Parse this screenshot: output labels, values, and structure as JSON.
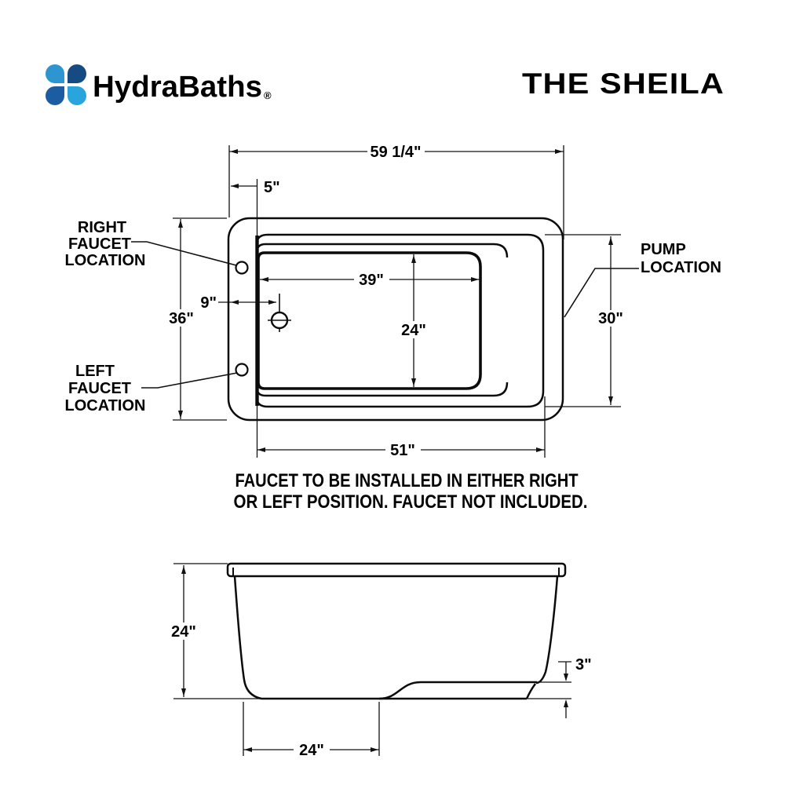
{
  "header": {
    "brand": "HydraBaths",
    "registered": "®",
    "model": "THE SHEILA"
  },
  "colors": {
    "petal_tl": "#2D95CF",
    "petal_tr": "#154B82",
    "petal_bl": "#1C5CA0",
    "petal_br": "#29A4DD",
    "brand_text": "#29A1DB",
    "model_text": "#1C86C7"
  },
  "top_view": {
    "overall_width": "59 1/4\"",
    "faucet_deck_width": "5\"",
    "overall_depth": "36\"",
    "drain_offset": "9\"",
    "basin_length": "39\"",
    "basin_width": "24\"",
    "pump_end_depth": "30\"",
    "deck_to_end_length": "51\"",
    "right_faucet_label": [
      "RIGHT",
      "FAUCET",
      "LOCATION"
    ],
    "left_faucet_label": [
      "LEFT",
      "FAUCET",
      "LOCATION"
    ],
    "pump_label": [
      "PUMP",
      "LOCATION"
    ]
  },
  "note": {
    "line1": "FAUCET TO BE INSTALLED IN EITHER RIGHT",
    "line2": "OR LEFT POSITION.  FAUCET NOT INCLUDED."
  },
  "side_view": {
    "height": "24\"",
    "flat_bottom_length": "24\"",
    "base_step": "3\""
  }
}
